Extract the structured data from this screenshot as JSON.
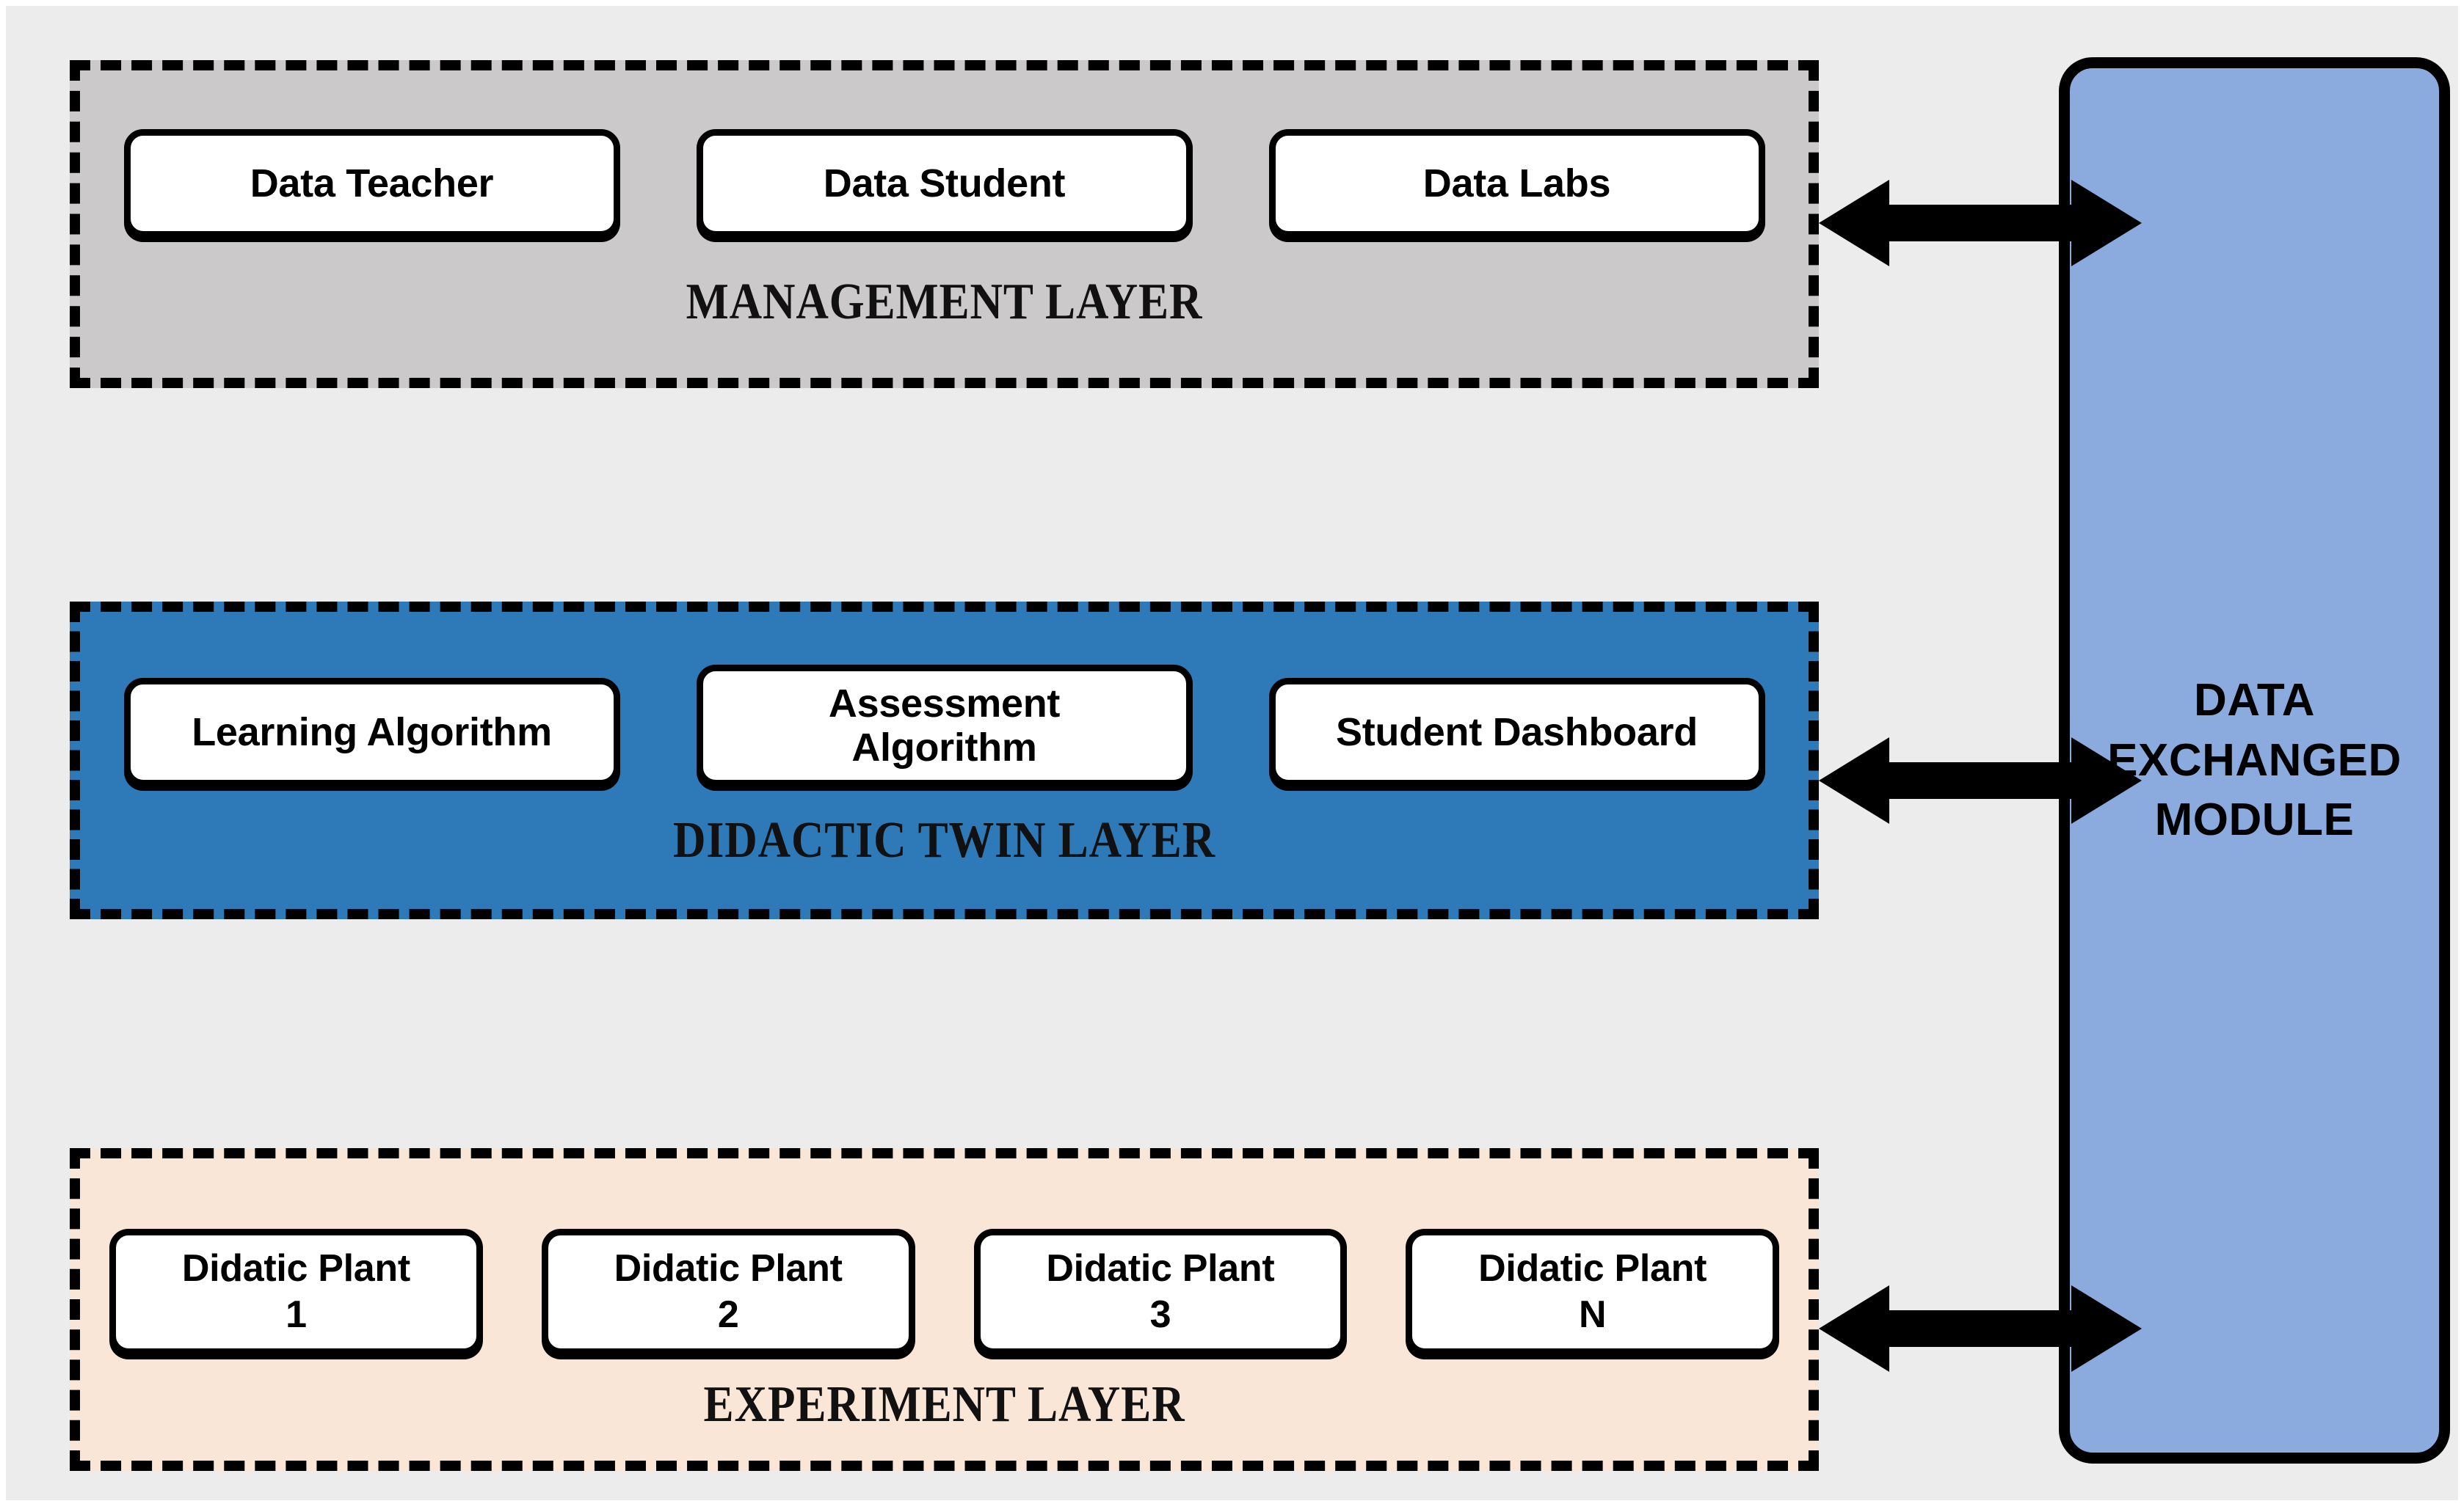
{
  "colors": {
    "canvas_background": "#ECECEC",
    "management_layer_fill": "#CCC9CB",
    "didactic_layer_fill": "#2E7AB8",
    "experiment_layer_fill": "#FAE6D6",
    "module_panel_fill": "#8BAADE",
    "node_fill": "#FFFFFF",
    "stroke": "#000000"
  },
  "layers": [
    {
      "id": "management",
      "title": "MANAGEMENT LAYER",
      "nodes": [
        {
          "label": "Data Teacher",
          "line1": "Data Teacher",
          "line2": ""
        },
        {
          "label": "Data Student",
          "line1": "Data Student",
          "line2": ""
        },
        {
          "label": "Data Labs",
          "line1": "Data Labs",
          "line2": ""
        }
      ]
    },
    {
      "id": "didactic",
      "title": "DIDACTIC TWIN LAYER",
      "nodes": [
        {
          "label": "Learning Algorithm",
          "line1": "Learning Algorithm",
          "line2": ""
        },
        {
          "label": "Assessment Algorithm",
          "line1": "Assessment",
          "line2": "Algorithm"
        },
        {
          "label": "Student Dashboard",
          "line1": "Student Dashboard",
          "line2": ""
        }
      ]
    },
    {
      "id": "experiment",
      "title": "EXPERIMENT LAYER",
      "nodes": [
        {
          "label": "Didatic Plant 1",
          "line1": "Didatic Plant",
          "line2": "1"
        },
        {
          "label": "Didatic Plant 2",
          "line1": "Didatic Plant",
          "line2": "2"
        },
        {
          "label": "Didatic Plant 3",
          "line1": "Didatic Plant",
          "line2": "3"
        },
        {
          "label": "Didatic Plant N",
          "line1": "Didatic Plant",
          "line2": "N"
        }
      ]
    }
  ],
  "module": {
    "label": "DATA\nEXCHANGED\nMODULE"
  },
  "connectors": [
    {
      "id": "management-connector",
      "icon": "double-arrow-icon",
      "from": "MANAGEMENT LAYER",
      "to": "DATA EXCHANGED MODULE"
    },
    {
      "id": "didactic-connector",
      "icon": "double-arrow-icon",
      "from": "DIDACTIC TWIN LAYER",
      "to": "DATA EXCHANGED MODULE"
    },
    {
      "id": "experiment-connector",
      "icon": "double-arrow-icon",
      "from": "EXPERIMENT LAYER",
      "to": "DATA EXCHANGED MODULE"
    }
  ]
}
